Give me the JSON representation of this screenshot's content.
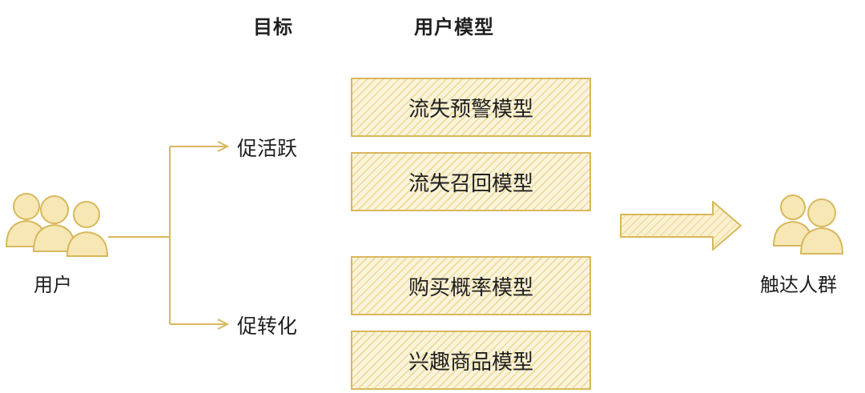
{
  "headers": {
    "goal": "目标",
    "model": "用户模型"
  },
  "user_label": "用户",
  "goals": [
    "促活跃",
    "促转化"
  ],
  "models": [
    "流失预警模型",
    "流失召回模型",
    "购买概率模型",
    "兴趣商品模型"
  ],
  "target_label": "触达人群",
  "colors": {
    "accent": "#d8b85c",
    "fill": "#f6e7b5",
    "hatch": "#f0dda0"
  }
}
